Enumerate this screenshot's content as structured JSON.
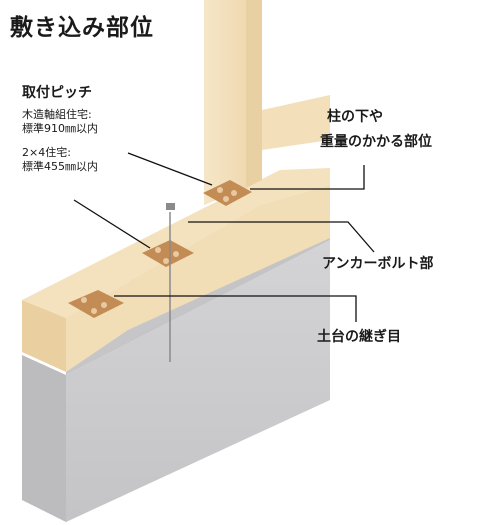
{
  "title": "敷き込み部位",
  "pitch": {
    "heading": "取付ピッチ",
    "lines": [
      "木造軸組住宅:",
      "標準910㎜以内",
      "2×4住宅:",
      "標準455㎜以内"
    ]
  },
  "callouts": {
    "column": [
      "柱の下や",
      "重量のかかる部位"
    ],
    "anchor": "アンカーボルト部",
    "joint": "土台の継ぎ目"
  },
  "colors": {
    "wood": "#f2dcb4",
    "wood_side": "#e7cb9c",
    "concrete": "#c9c9cb",
    "concrete_side": "#b8b8ba",
    "packing": "#c8935c",
    "line": "#111111"
  }
}
